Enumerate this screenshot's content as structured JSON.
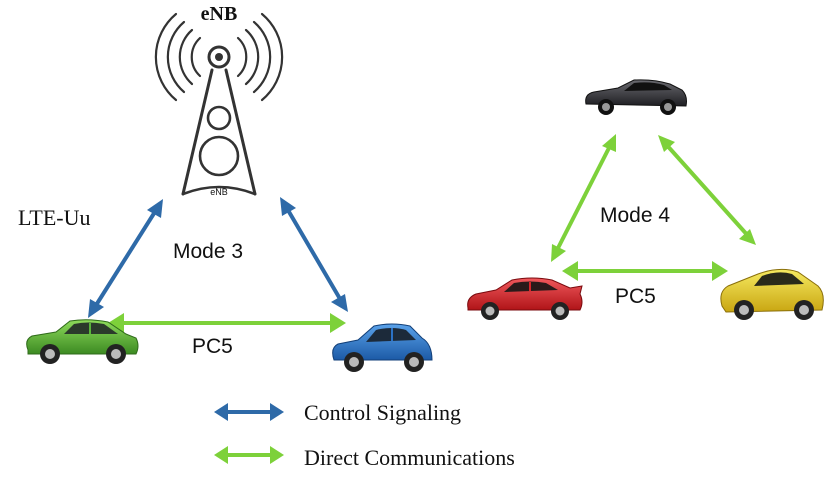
{
  "tower": {
    "title": "eNB",
    "base_label": "eNB"
  },
  "mode3": {
    "interface_label": "LTE-Uu",
    "mode_label": "Mode 3",
    "link_label": "PC5"
  },
  "mode4": {
    "mode_label": "Mode 4",
    "link_label": "PC5"
  },
  "legend": {
    "control": "Control Signaling",
    "direct": "Direct Communications"
  },
  "colors": {
    "control_arrow": "#2e6aa8",
    "direct_arrow": "#7dd13a",
    "car_green": "#58b33a",
    "car_blue": "#2b72c6",
    "car_black": "#2f2f33",
    "car_red": "#d8242a",
    "car_yellow": "#e8cf21"
  }
}
